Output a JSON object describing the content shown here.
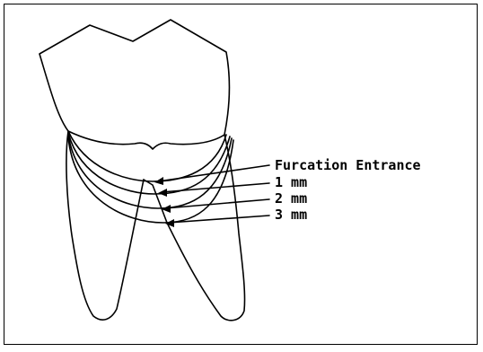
{
  "figure": {
    "subject": "tooth-furcation",
    "labels": {
      "furcation_entrance": "Furcation Entrance",
      "mm1": "1 mm",
      "mm2": "2 mm",
      "mm3": "3 mm"
    },
    "stroke_color": "#000000",
    "background": "#ffffff"
  }
}
